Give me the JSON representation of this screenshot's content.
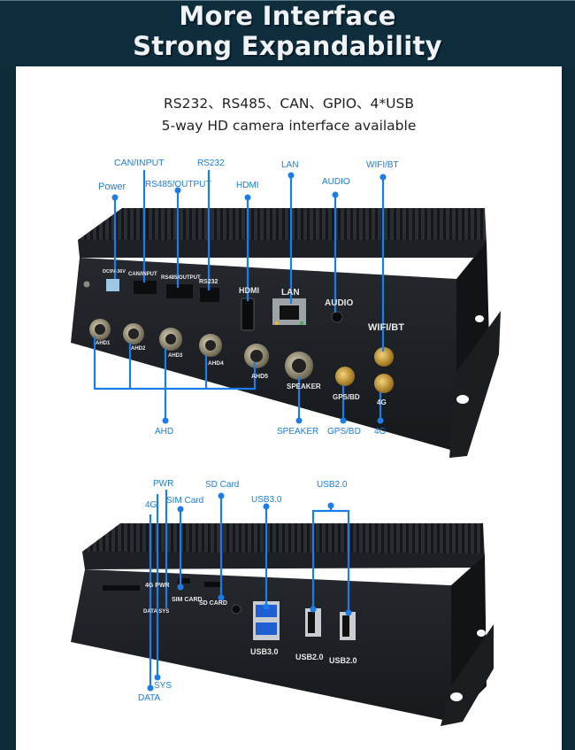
{
  "header": {
    "line1": "More Interface",
    "line2": "Strong Expandability"
  },
  "intro": {
    "line1": "RS232、RS485、CAN、GPIO、4*USB",
    "line2": "5-way HD camera interface available"
  },
  "colors": {
    "background": "#0d2a3a",
    "accent": "#1a7de8",
    "device": "#1e2125"
  },
  "front_panel": {
    "callouts": {
      "can_input": "CAN/INPUT",
      "power": "Power",
      "rs485_output": "RS485/OUTPUT",
      "rs232": "RS232",
      "hdmi": "HDMI",
      "lan": "LAN",
      "audio": "AUDIO",
      "wifi_bt": "WIFI/BT",
      "ahd": "AHD",
      "speaker": "SPEAKER",
      "gps_bd": "GPS/BD",
      "four_g": "4G"
    },
    "printed": {
      "dc": "DC9V-36V",
      "can_input": "CAN/INPUT",
      "rs485_output": "RS485/OUTPUT",
      "rs232": "RS232",
      "hdmi": "HDMI",
      "lan": "LAN",
      "audio": "AUDIO",
      "wifi_bt": "WIFI/BT",
      "ahd1": "AHD1",
      "ahd2": "AHD2",
      "ahd3": "AHD3",
      "ahd4": "AHD4",
      "ahd5": "AHD5",
      "speaker": "SPEAKER",
      "gps_bd": "GPS/BD",
      "four_g": "4G"
    }
  },
  "side_panel": {
    "callouts": {
      "pwr": "PWR",
      "four_g": "4G",
      "sim_card": "SIM Card",
      "sd_card": "SD Card",
      "usb3": "USB3.0",
      "usb2": "USB2.0",
      "sys": "SYS",
      "data": "DATA"
    },
    "printed": {
      "leds": "4G PWR",
      "leds2": "DATA SYS",
      "sim": "SIM CARD",
      "sd": "SD CARD",
      "usb3": "USB3.0",
      "usb2a": "USB2.0",
      "usb2b": "USB2.0"
    }
  }
}
